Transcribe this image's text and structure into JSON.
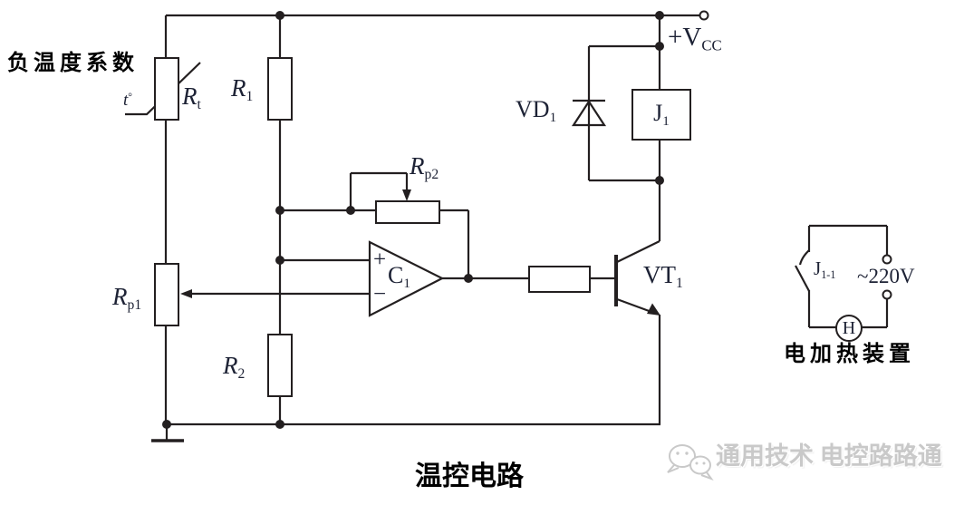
{
  "diagram": {
    "caption": "温控电路",
    "annotations": {
      "ntc": "负温度系数",
      "heater_unit": "电加热装置"
    },
    "components": {
      "thermistor": {
        "base": "R",
        "sub": "t"
      },
      "temperature": {
        "base": "t",
        "sup": "°"
      },
      "r1": {
        "base": "R",
        "sub": "1"
      },
      "r2": {
        "base": "R",
        "sub": "2"
      },
      "rp1": {
        "base": "R",
        "sub": "p1"
      },
      "rp2": {
        "base": "R",
        "sub": "p2"
      },
      "comparator": {
        "base": "C",
        "sub": "1",
        "plus": "+",
        "minus": "−"
      },
      "diode": {
        "base": "VD",
        "sub": "1"
      },
      "relay_coil": {
        "base": "J",
        "sub": "1"
      },
      "transistor": {
        "base": "VT",
        "sub": "1"
      },
      "supply": {
        "base": "+V",
        "sub": "CC"
      },
      "relay_contact": {
        "base": "J",
        "sub": "1-1"
      },
      "mains": "~220V",
      "heater": "H"
    }
  },
  "watermark": {
    "icon": "wechat-icon",
    "text": "通用技术 电控路路通"
  },
  "colors": {
    "line": "#231f20",
    "label_ink": "#1d2235",
    "chinese_ink": "#000000",
    "watermark": "#c9c9c9",
    "background": "#ffffff"
  }
}
